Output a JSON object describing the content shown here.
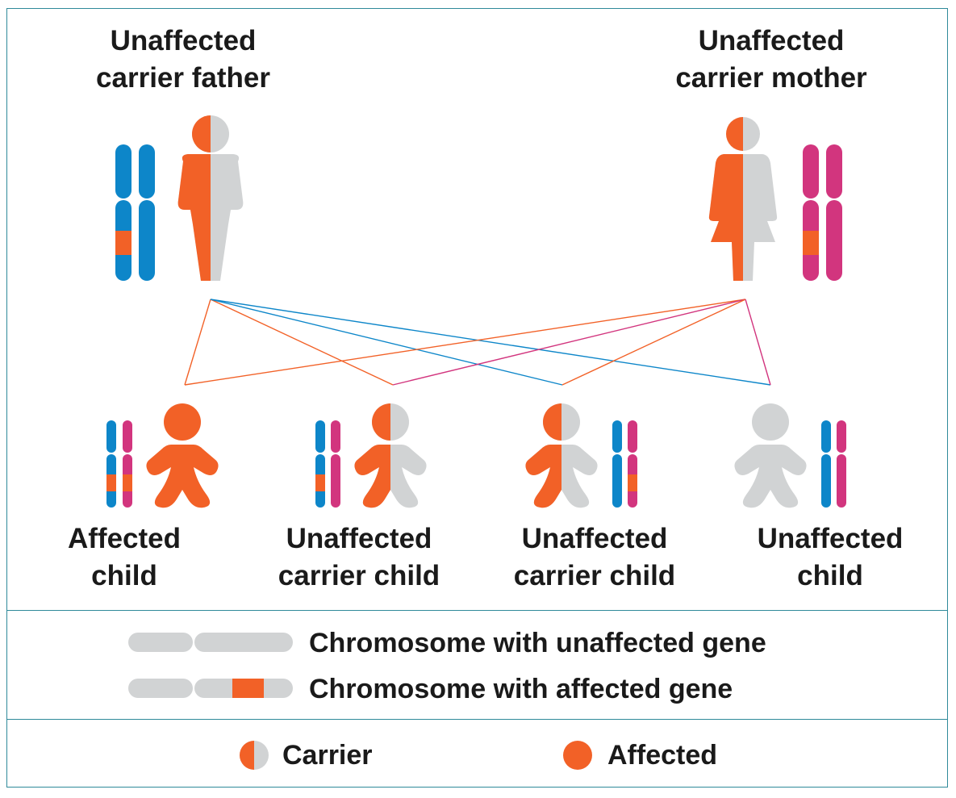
{
  "colors": {
    "affected": "#f26127",
    "unaffected": "#d1d3d4",
    "father_chromosome": "#0d86c9",
    "mother_chromosome": "#d2357e",
    "border": "#2f8a9a"
  },
  "parents": {
    "father": {
      "line1": "Unaffected",
      "line2": "carrier father"
    },
    "mother": {
      "line1": "Unaffected",
      "line2": "carrier mother"
    }
  },
  "children": [
    {
      "line1": "Affected",
      "line2": "child",
      "status": "affected"
    },
    {
      "line1": "Unaffected",
      "line2": "carrier child",
      "status": "carrier"
    },
    {
      "line1": "Unaffected",
      "line2": "carrier child",
      "status": "carrier"
    },
    {
      "line1": "Unaffected",
      "line2": "child",
      "status": "unaffected"
    }
  ],
  "legend": {
    "unaffected_gene": "Chromosome with unaffected gene",
    "affected_gene": "Chromosome with affected gene",
    "carrier": "Carrier",
    "affected": "Affected"
  },
  "icons": [
    "adult-male-icon",
    "adult-female-icon",
    "child-icon",
    "chromosome-icon"
  ]
}
